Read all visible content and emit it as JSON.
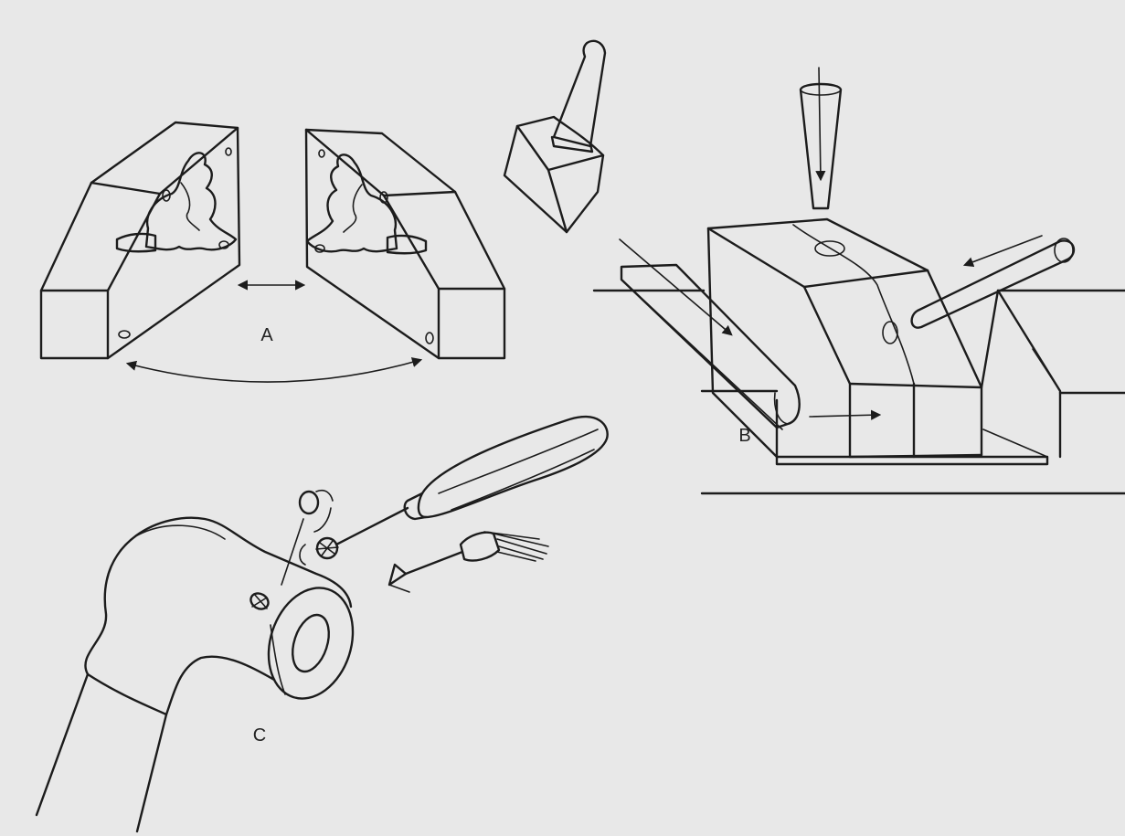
{
  "labels": {
    "a": "A",
    "b": "B",
    "c": "C"
  },
  "colors": {
    "background": "#e8e8e8",
    "ink": "#1c1c1c"
  }
}
